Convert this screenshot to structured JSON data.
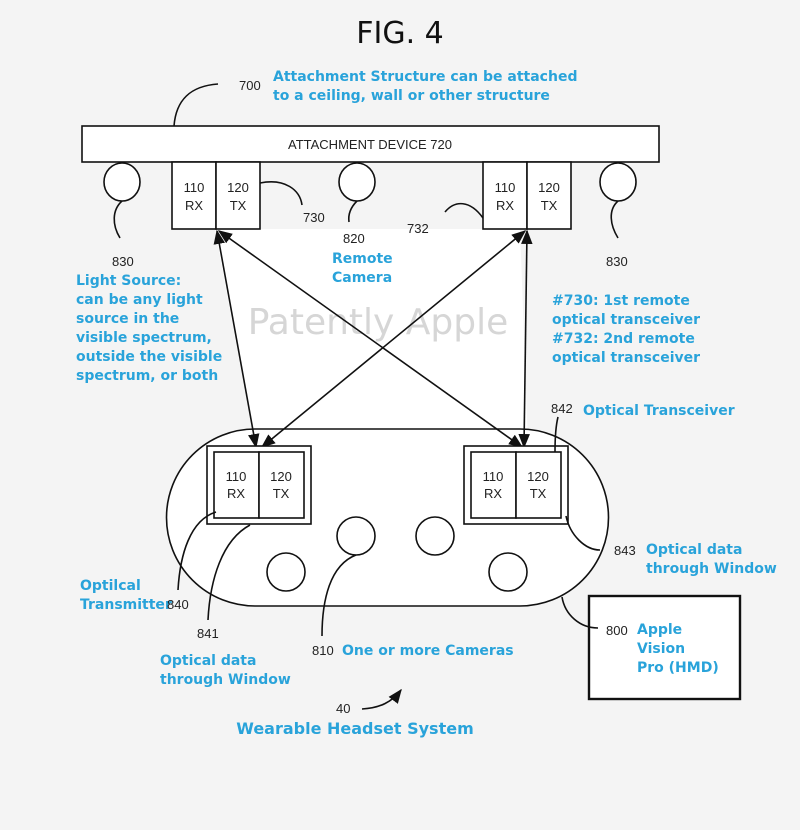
{
  "figure": {
    "title": "FIG. 4",
    "watermark": "Patently Apple"
  },
  "attachment": {
    "ref": "700",
    "note": [
      "Attachment Structure can be attached",
      "to a ceiling, wall or other structure"
    ],
    "device_label": "ATTACHMENT DEVICE 720"
  },
  "remote_transceivers": [
    {
      "ref": "730",
      "rx": [
        "110",
        "RX"
      ],
      "tx": [
        "120",
        "TX"
      ]
    },
    {
      "ref": "732",
      "rx": [
        "110",
        "RX"
      ],
      "tx": [
        "120",
        "TX"
      ]
    }
  ],
  "remote_camera": {
    "ref": "820",
    "label": [
      "Remote",
      "Camera"
    ]
  },
  "light_source": {
    "ref_left": "830",
    "ref_right": "830",
    "note": [
      "Light Source:",
      "can be any light",
      "source in the",
      "visible spectrum,",
      "outside the visible",
      "spectrum, or both"
    ]
  },
  "transceiver_note": [
    "#730: 1st remote",
    "optical transceiver",
    "#732: 2nd remote",
    "optical transceiver"
  ],
  "headset": {
    "transceivers": [
      {
        "rx": [
          "110",
          "RX"
        ],
        "tx": [
          "120",
          "TX"
        ]
      },
      {
        "rx": [
          "110",
          "RX"
        ],
        "tx": [
          "120",
          "TX"
        ]
      }
    ],
    "optical_transceiver": {
      "ref": "842",
      "label": "Optical Transceiver"
    },
    "optical_transmitter": {
      "ref": "840",
      "label": [
        "Optilcal",
        "Transmitter"
      ]
    },
    "window_left": {
      "ref": "841",
      "label": [
        "Optical data",
        "through Window"
      ]
    },
    "window_right": {
      "ref": "843",
      "label": [
        "Optical data",
        "through Window"
      ]
    },
    "cameras": {
      "ref": "810",
      "label": "One or more Cameras"
    },
    "hmd": {
      "ref": "800",
      "label": [
        "Apple",
        "Vision",
        "Pro (HMD)"
      ]
    },
    "system": {
      "ref": "40",
      "label": "Wearable Headset System"
    }
  }
}
